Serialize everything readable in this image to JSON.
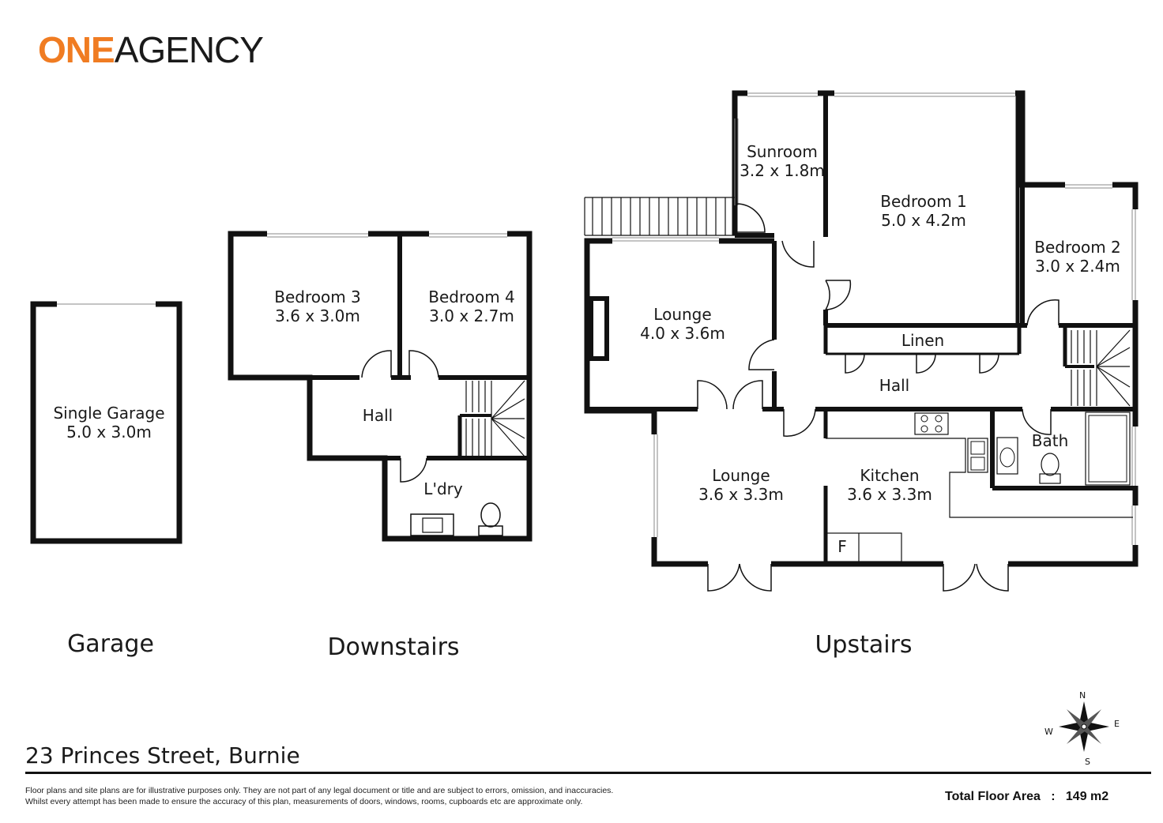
{
  "brand": {
    "logo_bold": "ONE",
    "logo_regular": "AGENCY",
    "accent_color": "#f07c22"
  },
  "address": "23 Princes Street, Burnie",
  "sections": {
    "garage": "Garage",
    "downstairs": "Downstairs",
    "upstairs": "Upstairs"
  },
  "rooms": {
    "single_garage": {
      "name": "Single Garage",
      "size": "5.0 x 3.0m"
    },
    "bedroom3": {
      "name": "Bedroom 3",
      "size": "3.6 x 3.0m"
    },
    "bedroom4": {
      "name": "Bedroom 4",
      "size": "3.0 x 2.7m"
    },
    "hall_down": {
      "name": "Hall"
    },
    "laundry": {
      "name": "L'dry"
    },
    "sunroom": {
      "name": "Sunroom",
      "size": "3.2 x 1.8m"
    },
    "bedroom1": {
      "name": "Bedroom 1",
      "size": "5.0 x 4.2m"
    },
    "bedroom2": {
      "name": "Bedroom 2",
      "size": "3.0 x 2.4m"
    },
    "lounge_upper": {
      "name": "Lounge",
      "size": "4.0 x 3.6m"
    },
    "linen": {
      "name": "Linen"
    },
    "hall_up": {
      "name": "Hall"
    },
    "bath": {
      "name": "Bath"
    },
    "lounge_lower": {
      "name": "Lounge",
      "size": "3.6 x 3.3m"
    },
    "kitchen": {
      "name": "Kitchen",
      "size": "3.6 x 3.3m"
    },
    "fridge": {
      "name": "F"
    }
  },
  "compass": {
    "n": "N",
    "s": "S",
    "e": "E",
    "w": "W"
  },
  "disclaimer": {
    "line1": "Floor plans and site plans are for illustrative purposes only. They are not part of any legal document or title and are subject to errors, omission, and inaccuracies.",
    "line2": "Whilst every attempt has been made to ensure the accuracy of this plan, measurements of doors, windows, rooms, cupboards etc are approximate only."
  },
  "total_floor_area": {
    "label": "Total Floor Area",
    "separator": ":",
    "value": "149 m2"
  }
}
